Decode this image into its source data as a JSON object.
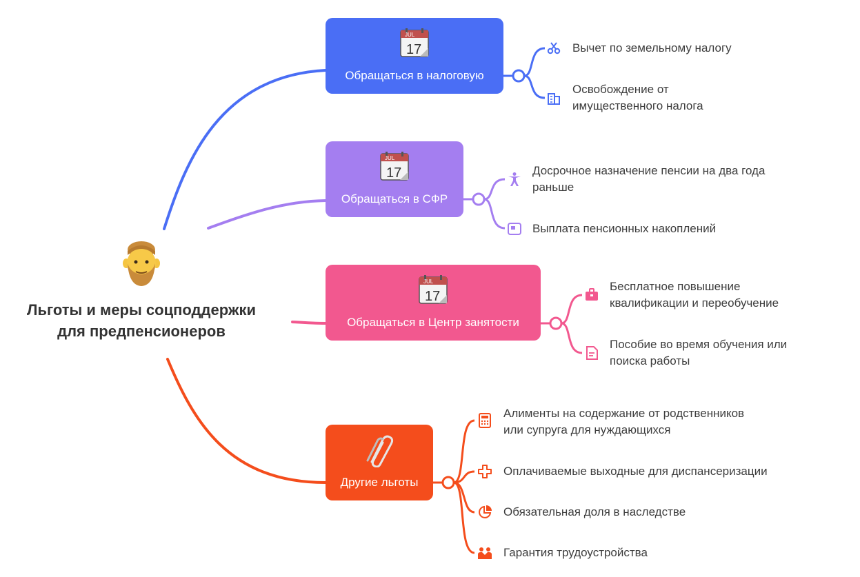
{
  "root": {
    "title": "Льготы и меры соцподдержки\nдля предпенсионеров",
    "avatar_icon": "man-beard-emoji"
  },
  "colors": {
    "tax": "#4a6ef5",
    "sfr": "#a47ef0",
    "employment": "#f2588f",
    "other": "#f44d1c",
    "root_text": "#333333",
    "leaf_text": "#3d3d3d"
  },
  "branches": [
    {
      "label": "Обращаться в налоговую",
      "icon": "calendar-icon",
      "calendar": {
        "month": "JUL",
        "day": "17"
      },
      "items": [
        {
          "text": "Вычет по земельному налогу",
          "icon": "scissors-icon"
        },
        {
          "text": "Освобождение от\nимущественного налога",
          "icon": "building-icon"
        }
      ]
    },
    {
      "label": "Обращаться в СФР",
      "icon": "calendar-icon",
      "calendar": {
        "month": "JUL",
        "day": "17"
      },
      "items": [
        {
          "text": "Досрочное назначение пенсии на два года\nраньше",
          "icon": "accessibility-icon"
        },
        {
          "text": "Выплата пенсионных накоплений",
          "icon": "card-icon"
        }
      ]
    },
    {
      "label": "Обращаться в Центр занятости",
      "icon": "calendar-icon",
      "calendar": {
        "month": "JUL",
        "day": "17"
      },
      "items": [
        {
          "text": "Бесплатное повышение\nквалификации и переобучение",
          "icon": "briefcase-icon"
        },
        {
          "text": "Пособие во время обучения или\nпоиска работы",
          "icon": "document-icon"
        }
      ]
    },
    {
      "label": "Другие льготы",
      "icon": "paperclip-icon",
      "items": [
        {
          "text": "Алименты на содержание от родственников\nили супруга для нуждающихся",
          "icon": "calculator-icon"
        },
        {
          "text": "Оплачиваемые выходные для диспансеризации",
          "icon": "medical-cross-icon"
        },
        {
          "text": "Обязательная доля в наследстве",
          "icon": "pie-chart-icon"
        },
        {
          "text": "Гарантия трудоустройства",
          "icon": "people-icon"
        }
      ]
    }
  ]
}
